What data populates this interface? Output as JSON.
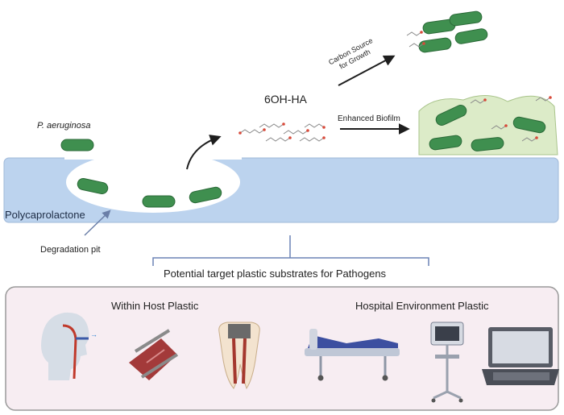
{
  "labels": {
    "organism": "P. aeruginosa",
    "substrate": "Polycaprolactone",
    "pit": "Degradation pit",
    "metabolite": "6OH-HA",
    "carbon_line1": "Carbon Source",
    "carbon_line2": "for Growth",
    "biofilm": "Enhanced Biofilm",
    "targets": "Potential target plastic substrates for Pathogens"
  },
  "panel": {
    "within_host": "Within Host Plastic",
    "hospital_env": "Hospital Environment Plastic"
  },
  "colors": {
    "polymer": "#bcd3ee",
    "bacterium": "#3f8f4f",
    "biofilm": "#dcebc8",
    "panel_bg": "#f7edf2",
    "arrow": "#1e1e1e",
    "bracket": "#6b83b5"
  },
  "icons": [
    "head-airway-tube-icon",
    "vascular-graft-icon",
    "dental-implant-tooth-icon",
    "hospital-bed-icon",
    "patient-monitor-icon",
    "laptop-icon"
  ]
}
